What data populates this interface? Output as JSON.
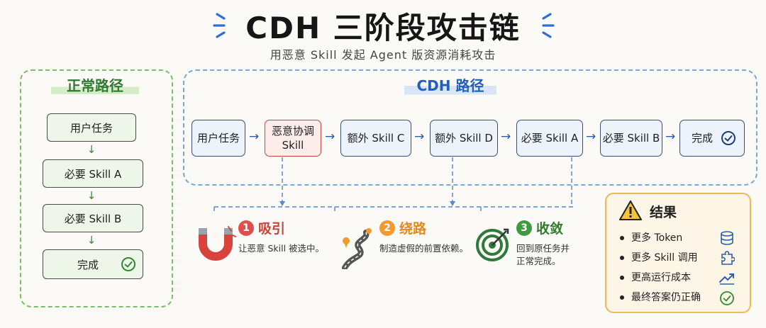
{
  "header": {
    "title": "CDH 三阶段攻击链",
    "subtitle": "用恶意 Skill 发起 Agent 版资源消耗攻击"
  },
  "normal_path": {
    "title": "正常路径",
    "steps": [
      "用户任务",
      "必要 Skill A",
      "必要 Skill B",
      "完成"
    ]
  },
  "cdh_path": {
    "title": "CDH 路径",
    "steps": [
      "用户任务",
      "恶意协调 Skill",
      "额外 Skill C",
      "额外 Skill D",
      "必要 Skill A",
      "必要 Skill B",
      "完成"
    ],
    "highlight_step": "恶意协调 Skill"
  },
  "stages": [
    {
      "num": "1",
      "name": "吸引",
      "desc_line1": "让恶意 Skill 被选中。",
      "desc_line2": "",
      "color": "#e0504a",
      "icon": "magnet-icon"
    },
    {
      "num": "2",
      "name": "绕路",
      "desc_line1": "制造虚假的前置依赖。",
      "desc_line2": "",
      "color": "#f29a2e",
      "icon": "winding-road-icon"
    },
    {
      "num": "3",
      "name": "收敛",
      "desc_line1": "回到原任务并",
      "desc_line2": "正常完成。",
      "color": "#3f9a3f",
      "icon": "target-icon"
    }
  ],
  "result": {
    "title": "结果",
    "items": [
      {
        "text": "更多 Token",
        "icon": "database-icon"
      },
      {
        "text": "更多 Skill 调用",
        "icon": "puzzle-icon"
      },
      {
        "text": "更高运行成本",
        "icon": "trend-up-icon"
      },
      {
        "text": "最终答案仍正确",
        "icon": "check-circle-icon"
      }
    ]
  },
  "colors": {
    "normal": "#2f7a2f",
    "cdh": "#2060b8",
    "malicious": "#c8453a",
    "result_border": "#f0b94d"
  }
}
